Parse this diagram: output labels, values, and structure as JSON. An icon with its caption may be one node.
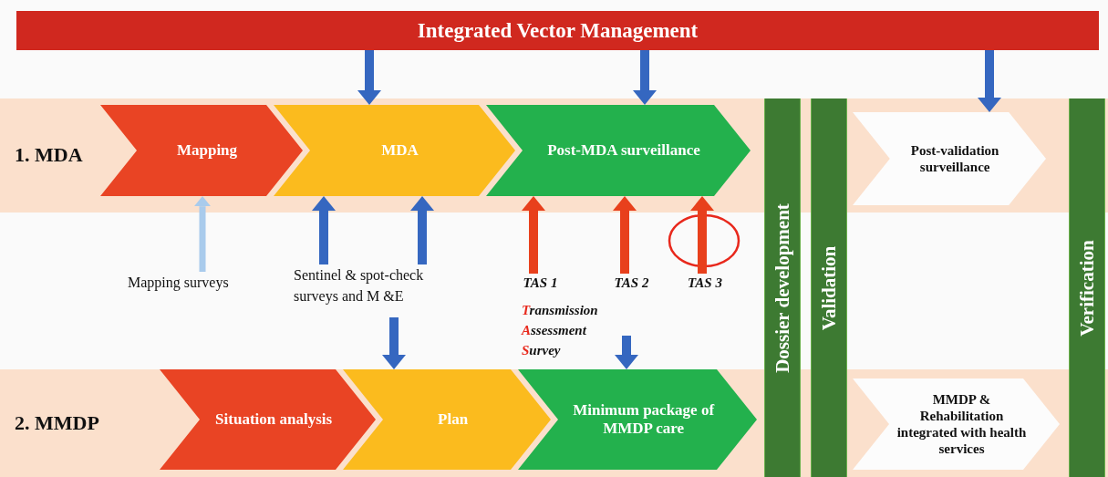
{
  "diagram": {
    "nodes": [
      {
        "text": [
          "Integrated Vector Management"
        ]
      },
      {
        "text": [
          "1. MDA"
        ]
      },
      {
        "text": [
          "Mapping"
        ],
        "in": 1
      },
      {
        "text": [
          "MDA"
        ],
        "in": 1
      },
      {
        "text": [
          "Post-MDA surveillance"
        ],
        "in": 1
      },
      {
        "text": [
          "Post-validation surveillance"
        ],
        "in": 1
      },
      {
        "text": [
          "2. MMDP"
        ]
      },
      {
        "text": [
          "Situation analysis"
        ],
        "in": 6
      },
      {
        "text": [
          "Plan"
        ],
        "in": 6
      },
      {
        "text": [
          "Minimum package of MMDP care"
        ],
        "in": 6
      },
      {
        "text": [
          "MMDP & Rehabilitation integrated with health services"
        ],
        "in": 6
      },
      {
        "text": [
          "Dossier development"
        ]
      },
      {
        "text": [
          "Validation"
        ]
      },
      {
        "text": [
          "Verification"
        ]
      },
      {
        "text": [
          "Mapping surveys"
        ]
      },
      {
        "text": [
          "Sentinel & spot-check surveys and M &E"
        ]
      },
      {
        "text": [
          "TAS 1"
        ]
      },
      {
        "text": [
          "TAS 2"
        ]
      },
      {
        "text": [
          "TAS 3"
        ]
      }
    ],
    "edges": [
      {
        "from": 0,
        "to": 3,
        "arrow": "to"
      },
      {
        "from": 0,
        "to": 4,
        "arrow": "to"
      },
      {
        "from": 0,
        "to": 5,
        "arrow": "to"
      },
      {
        "from": 14,
        "to": 2,
        "arrow": "to",
        "color": "#a9cbec"
      },
      {
        "from": 15,
        "to": 3,
        "arrow": "to"
      },
      {
        "from": 15,
        "to": 3,
        "arrow": "to"
      },
      {
        "from": 15,
        "to": 8,
        "arrow": "to"
      },
      {
        "from": 16,
        "to": 4,
        "arrow": "to",
        "color": "#e8401c"
      },
      {
        "from": 17,
        "to": 4,
        "arrow": "to",
        "color": "#e8401c"
      },
      {
        "from": 18,
        "to": 4,
        "arrow": "to",
        "color": "#e8401c"
      },
      {
        "from": null,
        "to": 9,
        "arrow": "to"
      }
    ],
    "labels": [
      "Transmission",
      "Assessment",
      "Survey"
    ]
  }
}
